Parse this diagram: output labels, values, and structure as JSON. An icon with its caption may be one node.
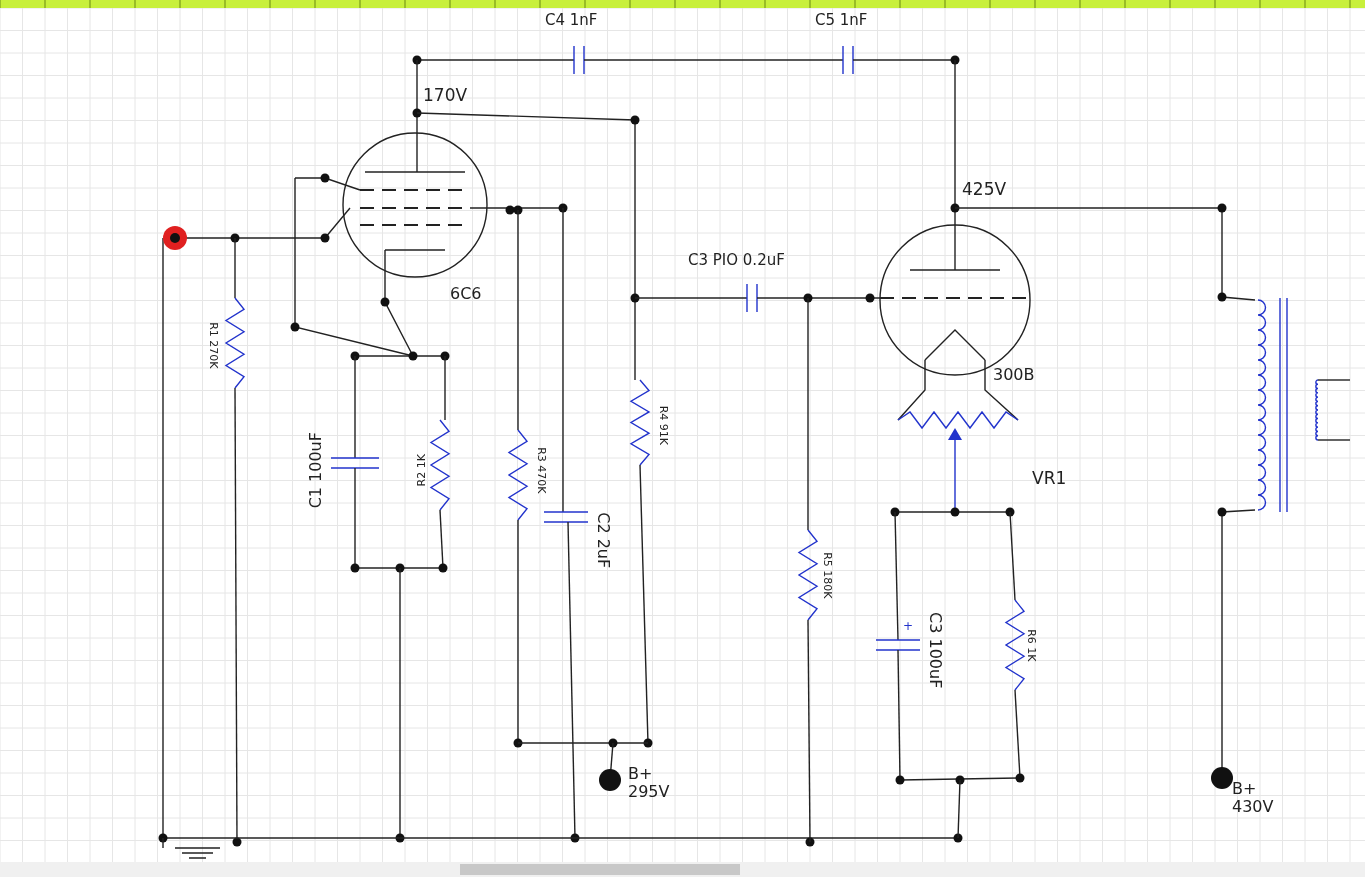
{
  "diagram": {
    "labels": [
      "C4 1nF",
      "C5 1nF",
      "170V",
      "425V",
      "6C6",
      "C3 PIO 0.2uF",
      "R1 270K",
      "300B",
      "R4 91K",
      "C1 100uF",
      "R2 1K",
      "R3 470K",
      "C2 2uF",
      "VR1",
      "R5 180K",
      "+",
      "C3 100uF",
      "R6 1K",
      "B+ 295V",
      "B+ 430V"
    ]
  }
}
